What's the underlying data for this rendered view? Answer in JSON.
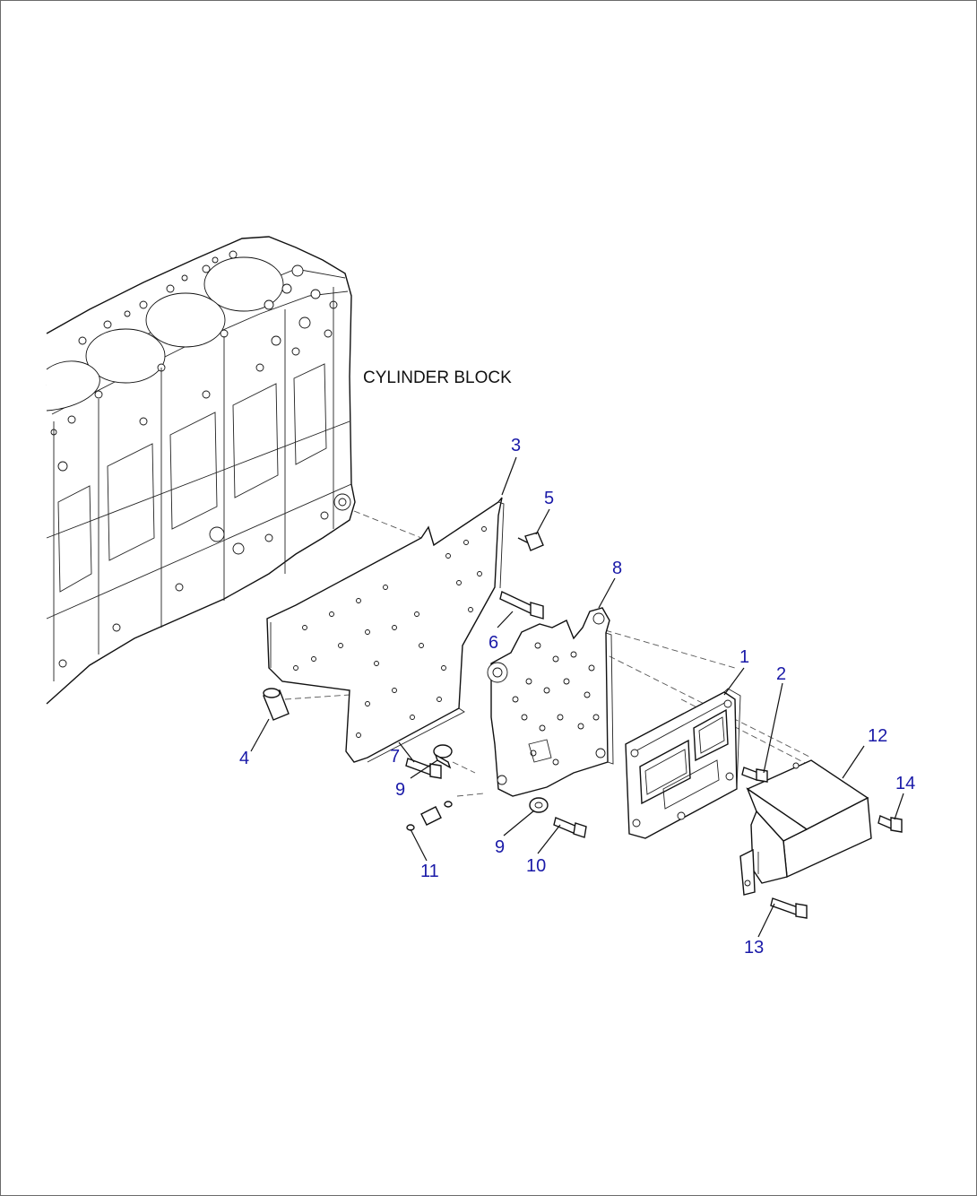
{
  "diagram": {
    "block_label": "CYLINDER BLOCK",
    "callouts": [
      {
        "id": "c1",
        "text": "1"
      },
      {
        "id": "c2",
        "text": "2"
      },
      {
        "id": "c3",
        "text": "3"
      },
      {
        "id": "c4",
        "text": "4"
      },
      {
        "id": "c5",
        "text": "5"
      },
      {
        "id": "c6",
        "text": "6"
      },
      {
        "id": "c7",
        "text": "7"
      },
      {
        "id": "c8",
        "text": "8"
      },
      {
        "id": "c9a",
        "text": "9"
      },
      {
        "id": "c9b",
        "text": "9"
      },
      {
        "id": "c10",
        "text": "10"
      },
      {
        "id": "c11",
        "text": "11"
      },
      {
        "id": "c12",
        "text": "12"
      },
      {
        "id": "c13",
        "text": "13"
      },
      {
        "id": "c14",
        "text": "14"
      }
    ],
    "colors": {
      "callout": "#1a1aa8",
      "line": "#111111",
      "frame": "#6b6b6b"
    }
  }
}
